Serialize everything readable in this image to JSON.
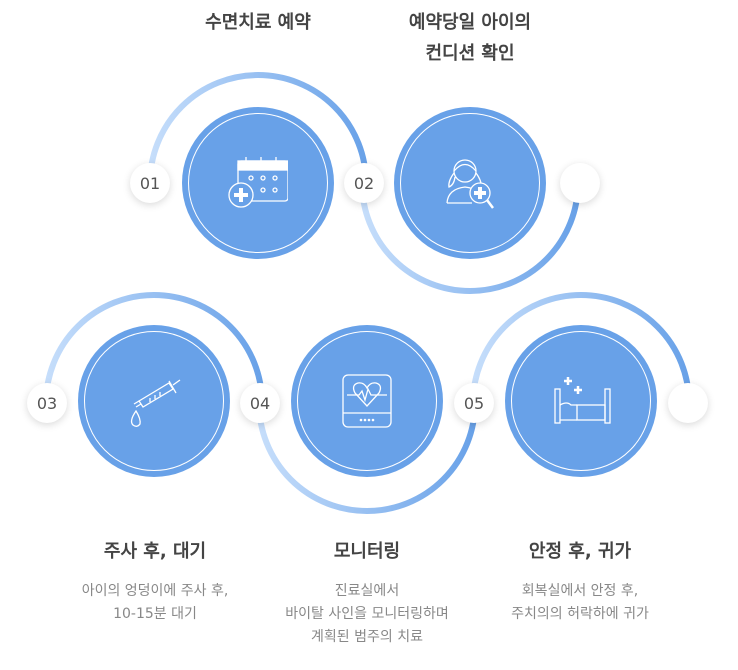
{
  "steps": [
    {
      "number": "01",
      "title": "수면치료 예약",
      "icon": "calendar-plus-icon"
    },
    {
      "number": "02",
      "title_lines": [
        "예약당일 아이의",
        "컨디션 확인"
      ],
      "icon": "child-search-icon"
    },
    {
      "number": "03",
      "title": "주사 후, 대기",
      "desc_lines": [
        "아이의 엉덩이에 주사 후,",
        "10-15분 대기"
      ],
      "icon": "syringe-icon"
    },
    {
      "number": "04",
      "title": "모니터링",
      "desc_lines": [
        "진료실에서",
        "바이탈 사인을 모니터링하며",
        "계획된 범주의 치료"
      ],
      "icon": "heart-monitor-icon"
    },
    {
      "number": "05",
      "title": "안정 후, 귀가",
      "desc_lines": [
        "회복실에서 안정 후,",
        "주치의의 허락하에 귀가"
      ],
      "icon": "bed-icon"
    }
  ],
  "colors": {
    "accent": "#68a1e8",
    "light": "#c6defb"
  }
}
